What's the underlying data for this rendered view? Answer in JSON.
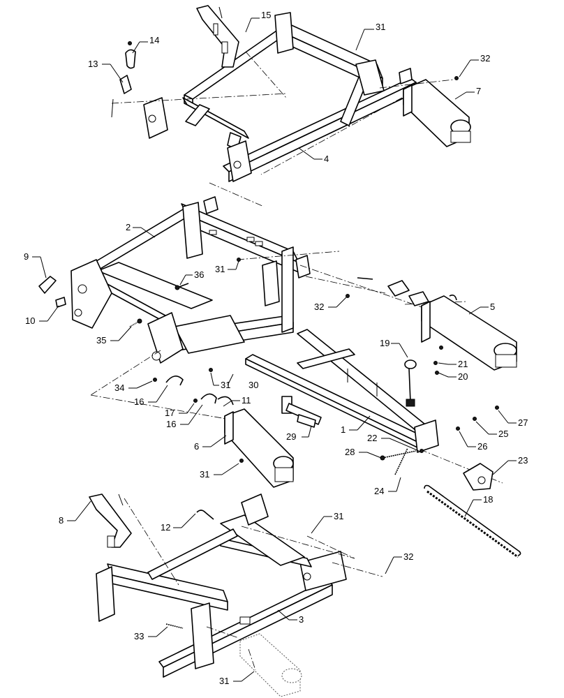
{
  "callouts": [
    {
      "id": "c15",
      "label": "15"
    },
    {
      "id": "c31a",
      "label": "31"
    },
    {
      "id": "c14",
      "label": "14"
    },
    {
      "id": "c13",
      "label": "13"
    },
    {
      "id": "c32a",
      "label": "32"
    },
    {
      "id": "c7",
      "label": "7"
    },
    {
      "id": "c4",
      "label": "4"
    },
    {
      "id": "c2",
      "label": "2"
    },
    {
      "id": "c9",
      "label": "9"
    },
    {
      "id": "c31b",
      "label": "31"
    },
    {
      "id": "c36",
      "label": "36"
    },
    {
      "id": "c10",
      "label": "10"
    },
    {
      "id": "c32b",
      "label": "32"
    },
    {
      "id": "c5",
      "label": "5"
    },
    {
      "id": "c35",
      "label": "35"
    },
    {
      "id": "c19",
      "label": "19"
    },
    {
      "id": "c21",
      "label": "21"
    },
    {
      "id": "c20",
      "label": "20"
    },
    {
      "id": "c34",
      "label": "34"
    },
    {
      "id": "c31c",
      "label": "31"
    },
    {
      "id": "c30",
      "label": "30"
    },
    {
      "id": "c16a",
      "label": "16"
    },
    {
      "id": "c11",
      "label": "11"
    },
    {
      "id": "c17",
      "label": "17"
    },
    {
      "id": "c16b",
      "label": "16"
    },
    {
      "id": "c27",
      "label": "27"
    },
    {
      "id": "c25",
      "label": "25"
    },
    {
      "id": "c1",
      "label": "1"
    },
    {
      "id": "c22",
      "label": "22"
    },
    {
      "id": "c26",
      "label": "26"
    },
    {
      "id": "c29",
      "label": "29"
    },
    {
      "id": "c6",
      "label": "6"
    },
    {
      "id": "c28",
      "label": "28"
    },
    {
      "id": "c23",
      "label": "23"
    },
    {
      "id": "c31d",
      "label": "31"
    },
    {
      "id": "c24",
      "label": "24"
    },
    {
      "id": "c18",
      "label": "18"
    },
    {
      "id": "c8",
      "label": "8"
    },
    {
      "id": "c12",
      "label": "12"
    },
    {
      "id": "c31e",
      "label": "31"
    },
    {
      "id": "c32c",
      "label": "32"
    },
    {
      "id": "c3",
      "label": "3"
    },
    {
      "id": "c33",
      "label": "33"
    },
    {
      "id": "c31f",
      "label": "31"
    }
  ]
}
